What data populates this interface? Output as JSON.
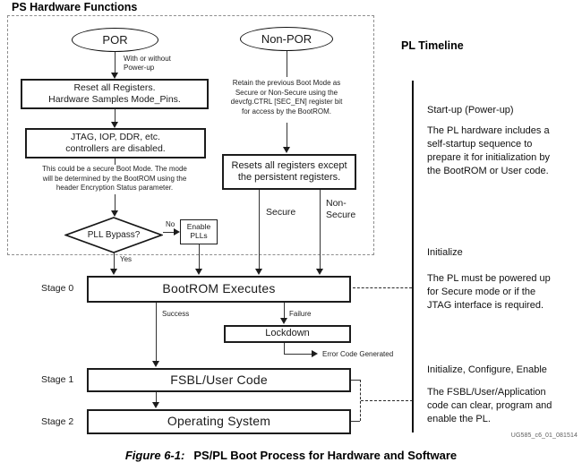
{
  "ps_box": {
    "title": "PS Hardware Functions"
  },
  "nodes": {
    "por": "POR",
    "non_por": "Non-POR",
    "reset_registers": "Reset all Registers.\nHardware Samples Mode_Pins.",
    "jtag_disabled": "JTAG, IOP, DDR, etc.\ncontrollers are disabled.",
    "secure_note": "This could be a secure Boot Mode. The mode\nwill be determined by the BootROM using the\nheader Encryption Status parameter.",
    "pll_bypass": "PLL Bypass?",
    "enable_plls": "Enable\nPLLs",
    "retain_note": "Retain the previous Boot Mode as\nSecure or Non-Secure using the\ndevcfg.CTRL [SEC_EN] register bit\nfor access by the BootROM.",
    "resets_persistent": "Resets all registers except\nthe persistent registers.",
    "bootrom": "BootROM Executes",
    "lockdown": "Lockdown",
    "fsbl": "FSBL/User Code",
    "os": "Operating System"
  },
  "edge_labels": {
    "with_or_without": "With or without\nPower-up",
    "no": "No",
    "yes": "Yes",
    "secure": "Secure",
    "non_secure": "Non-\nSecure",
    "success": "Success",
    "failure": "Failure",
    "error_code": "Error Code Generated"
  },
  "stages": {
    "stage0": "Stage 0",
    "stage1": "Stage 1",
    "stage2": "Stage 2"
  },
  "timeline": {
    "heading": "PL Timeline",
    "sections": [
      {
        "title": "Start-up (Power-up)",
        "body": "The PL hardware includes a\nself-startup sequence to\nprepare it for initialization by\nthe BootROM or User code."
      },
      {
        "title": "Initialize",
        "body": "The PL must be powered up\nfor Secure mode or if the\nJTAG interface is required."
      },
      {
        "title": "Initialize, Configure, Enable",
        "body": "The FSBL/User/Application\ncode can clear, program and\nenable the PL."
      }
    ],
    "watermark": "UG585_c6_01_081514"
  },
  "caption": {
    "label": "Figure 6-1:",
    "text": "PS/PL Boot Process for Hardware and Software"
  },
  "colors": {
    "line": "#333333",
    "border": "#1c1c1c",
    "dashed_region": "#8e8e8e",
    "background": "#ffffff"
  }
}
